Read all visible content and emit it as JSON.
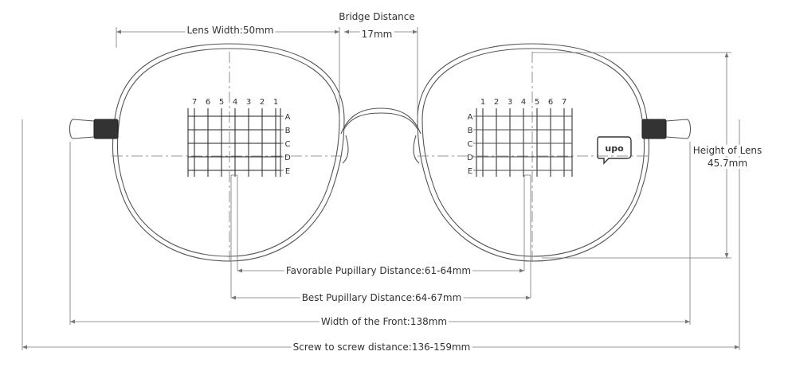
{
  "colors": {
    "stroke": "#555555",
    "dim": "#777777",
    "text": "#333333"
  },
  "labels": {
    "lens_width": "Lens Width:50mm",
    "bridge_title": "Bridge Distance",
    "bridge_value": "17mm",
    "height_title": "Height of Lens",
    "height_value": "45.7mm",
    "favorable_pd": "Favorable Pupillary Distance:61-64mm",
    "best_pd": "Best Pupillary Distance:64-67mm",
    "front_width": "Width of the Front:138mm",
    "screw_distance": "Screw to screw distance:136-159mm"
  },
  "grid": {
    "left_numbers": [
      "7",
      "6",
      "5",
      "4",
      "3",
      "2",
      "1"
    ],
    "right_numbers": [
      "1",
      "2",
      "3",
      "4",
      "5",
      "6",
      "7"
    ],
    "rows": [
      "A",
      "B",
      "C",
      "D",
      "E"
    ]
  },
  "logo": {
    "icon": "upo-logo-icon",
    "text": "upo"
  }
}
